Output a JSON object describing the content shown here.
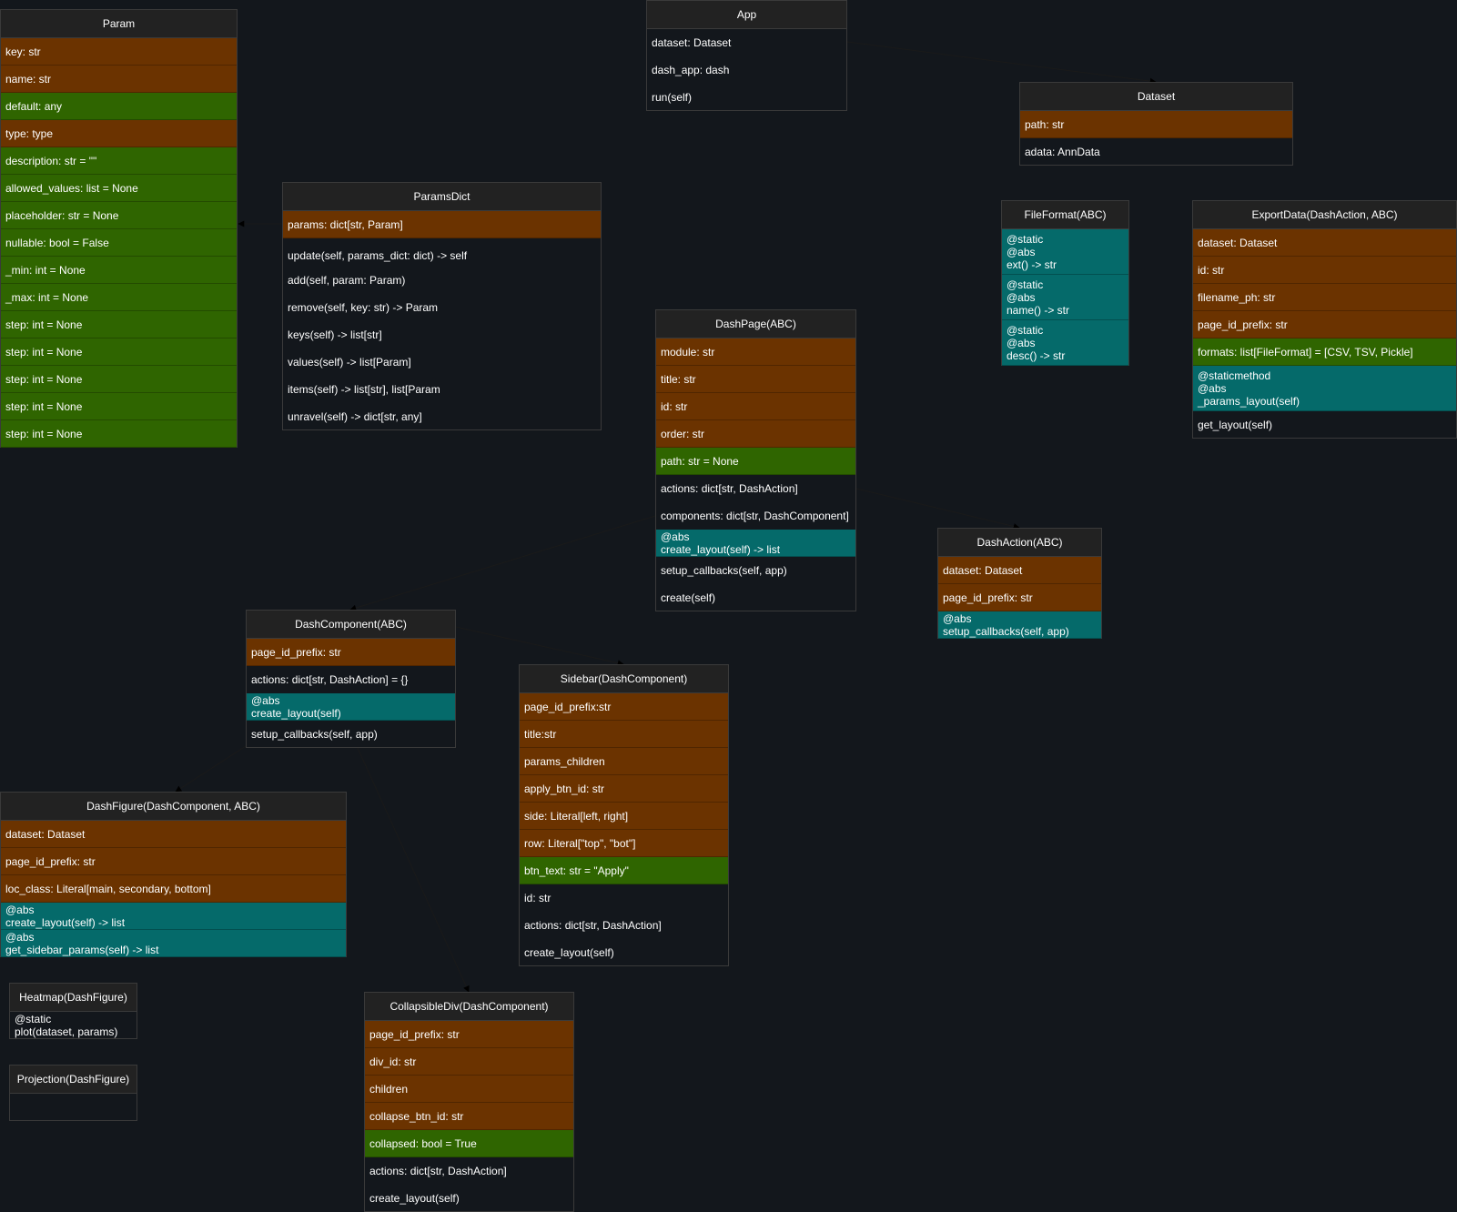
{
  "colors": {
    "background": "#13171c",
    "header": "#222222",
    "attribute_required": "#6b3300",
    "attribute_default": "#2f6500",
    "abstract_method": "#056a6a",
    "edge": "#1a1a1a"
  },
  "classes": {
    "param": {
      "name": "Param",
      "rows": [
        {
          "text": "key: str",
          "kind": "o"
        },
        {
          "text": "name: str",
          "kind": "o"
        },
        {
          "text": "default: any",
          "kind": "g"
        },
        {
          "text": "type: type",
          "kind": "o"
        },
        {
          "text": "description: str = \"\"",
          "kind": "g"
        },
        {
          "text": "allowed_values: list = None",
          "kind": "g"
        },
        {
          "text": "placeholder: str = None",
          "kind": "g"
        },
        {
          "text": "nullable: bool = False",
          "kind": "g"
        },
        {
          "text": "_min: int = None",
          "kind": "g"
        },
        {
          "text": "_max: int = None",
          "kind": "g"
        },
        {
          "text": "step: int = None",
          "kind": "g"
        },
        {
          "text": "step: int = None",
          "kind": "g"
        },
        {
          "text": "step: int = None",
          "kind": "g"
        },
        {
          "text": "step: int = None",
          "kind": "g"
        },
        {
          "text": "step: int = None",
          "kind": "g"
        }
      ]
    },
    "params_dict": {
      "name": "ParamsDict",
      "rows": [
        {
          "text": "params: dict[str, Param]",
          "kind": "o"
        },
        {
          "text": "update(self, params_dict: dict) -> self",
          "kind": "n"
        },
        {
          "text": "add(self, param: Param)",
          "kind": "n"
        },
        {
          "text": "remove(self, key: str) -> Param",
          "kind": "n"
        },
        {
          "text": "keys(self) -> list[str]",
          "kind": "n"
        },
        {
          "text": "values(self) -> list[Param]",
          "kind": "n"
        },
        {
          "text": "items(self) -> list[str], list[Param",
          "kind": "n"
        },
        {
          "text": "unravel(self) -> dict[str, any]",
          "kind": "n"
        }
      ]
    },
    "app": {
      "name": "App",
      "rows": [
        {
          "text": "dataset: Dataset",
          "kind": "n"
        },
        {
          "text": "dash_app: dash",
          "kind": "n"
        },
        {
          "text": "run(self)",
          "kind": "n"
        }
      ]
    },
    "dataset": {
      "name": "Dataset",
      "rows": [
        {
          "text": "path: str",
          "kind": "o"
        },
        {
          "text": "adata: AnnData",
          "kind": "n"
        }
      ]
    },
    "file_format": {
      "name": "FileFormat(ABC)",
      "rows": [
        {
          "lines": [
            "@static",
            "@abs",
            "ext() -> str"
          ],
          "kind": "t"
        },
        {
          "lines": [
            "@static",
            "@abs",
            "name() -> str"
          ],
          "kind": "t"
        },
        {
          "lines": [
            "@static",
            "@abs",
            "desc() -> str"
          ],
          "kind": "t"
        }
      ]
    },
    "export_data": {
      "name": "ExportData(DashAction, ABC)",
      "rows": [
        {
          "text": "dataset: Dataset",
          "kind": "o"
        },
        {
          "text": "id: str",
          "kind": "o"
        },
        {
          "text": "filename_ph: str",
          "kind": "o"
        },
        {
          "text": "page_id_prefix: str",
          "kind": "o"
        },
        {
          "text": "formats: list[FileFormat] = [CSV, TSV, Pickle]",
          "kind": "g"
        },
        {
          "lines": [
            "@staticmethod",
            "@abs",
            "_params_layout(self)"
          ],
          "kind": "t"
        },
        {
          "text": "get_layout(self)",
          "kind": "n"
        }
      ]
    },
    "dash_page": {
      "name": "DashPage(ABC)",
      "rows": [
        {
          "text": "module: str",
          "kind": "o"
        },
        {
          "text": "title: str",
          "kind": "o"
        },
        {
          "text": "id: str",
          "kind": "o"
        },
        {
          "text": "order: str",
          "kind": "o"
        },
        {
          "text": "path: str = None",
          "kind": "g"
        },
        {
          "text": "actions: dict[str, DashAction]",
          "kind": "n"
        },
        {
          "text": "components: dict[str, DashComponent]",
          "kind": "n"
        },
        {
          "lines": [
            "@abs",
            "create_layout(self) -> list"
          ],
          "kind": "t"
        },
        {
          "text": "setup_callbacks(self, app)",
          "kind": "n"
        },
        {
          "text": "create(self)",
          "kind": "n"
        }
      ]
    },
    "dash_action": {
      "name": "DashAction(ABC)",
      "rows": [
        {
          "text": "dataset: Dataset",
          "kind": "o"
        },
        {
          "text": "page_id_prefix: str",
          "kind": "o"
        },
        {
          "lines": [
            "@abs",
            "setup_callbacks(self, app)"
          ],
          "kind": "t"
        }
      ]
    },
    "dash_component": {
      "name": "DashComponent(ABC)",
      "rows": [
        {
          "text": "page_id_prefix: str",
          "kind": "o"
        },
        {
          "text": "actions: dict[str, DashAction] = {}",
          "kind": "n"
        },
        {
          "lines": [
            "@abs",
            "create_layout(self)"
          ],
          "kind": "t"
        },
        {
          "text": "setup_callbacks(self, app)",
          "kind": "n"
        }
      ]
    },
    "sidebar": {
      "name": "Sidebar(DashComponent)",
      "rows": [
        {
          "text": "page_id_prefix:str",
          "kind": "o"
        },
        {
          "text": "title:str",
          "kind": "o"
        },
        {
          "text": "params_children",
          "kind": "o"
        },
        {
          "text": "apply_btn_id: str",
          "kind": "o"
        },
        {
          "text": "side: Literal[left, right]",
          "kind": "o"
        },
        {
          "text": "row: Literal[\"top\", \"bot\"]",
          "kind": "o"
        },
        {
          "text": "btn_text: str = \"Apply\"",
          "kind": "g"
        },
        {
          "text": "id: str",
          "kind": "n"
        },
        {
          "text": "actions: dict[str, DashAction]",
          "kind": "n"
        },
        {
          "text": "create_layout(self)",
          "kind": "n"
        }
      ]
    },
    "dash_figure": {
      "name": "DashFigure(DashComponent, ABC)",
      "rows": [
        {
          "text": "dataset: Dataset",
          "kind": "o"
        },
        {
          "text": "page_id_prefix: str",
          "kind": "o"
        },
        {
          "text": "loc_class: Literal[main, secondary, bottom]",
          "kind": "o"
        },
        {
          "lines": [
            "@abs",
            "create_layout(self) -> list"
          ],
          "kind": "t"
        },
        {
          "lines": [
            "@abs",
            "get_sidebar_params(self) -> list"
          ],
          "kind": "t"
        }
      ]
    },
    "heatmap": {
      "name": "Heatmap(DashFigure)",
      "rows": [
        {
          "lines": [
            "@static",
            "plot(dataset, params)"
          ],
          "kind": "n"
        }
      ]
    },
    "projection": {
      "name": "Projection(DashFigure)",
      "rows": [
        {
          "text": "",
          "kind": "e"
        }
      ]
    },
    "collapsible_div": {
      "name": "CollapsibleDiv(DashComponent)",
      "rows": [
        {
          "text": "page_id_prefix: str",
          "kind": "o"
        },
        {
          "text": "div_id: str",
          "kind": "o"
        },
        {
          "text": "children",
          "kind": "o"
        },
        {
          "text": "collapse_btn_id: str",
          "kind": "o"
        },
        {
          "text": "collapsed: bool = True",
          "kind": "g"
        },
        {
          "text": "actions: dict[str, DashAction]",
          "kind": "n"
        },
        {
          "text": "create_layout(self)",
          "kind": "n"
        }
      ]
    }
  }
}
